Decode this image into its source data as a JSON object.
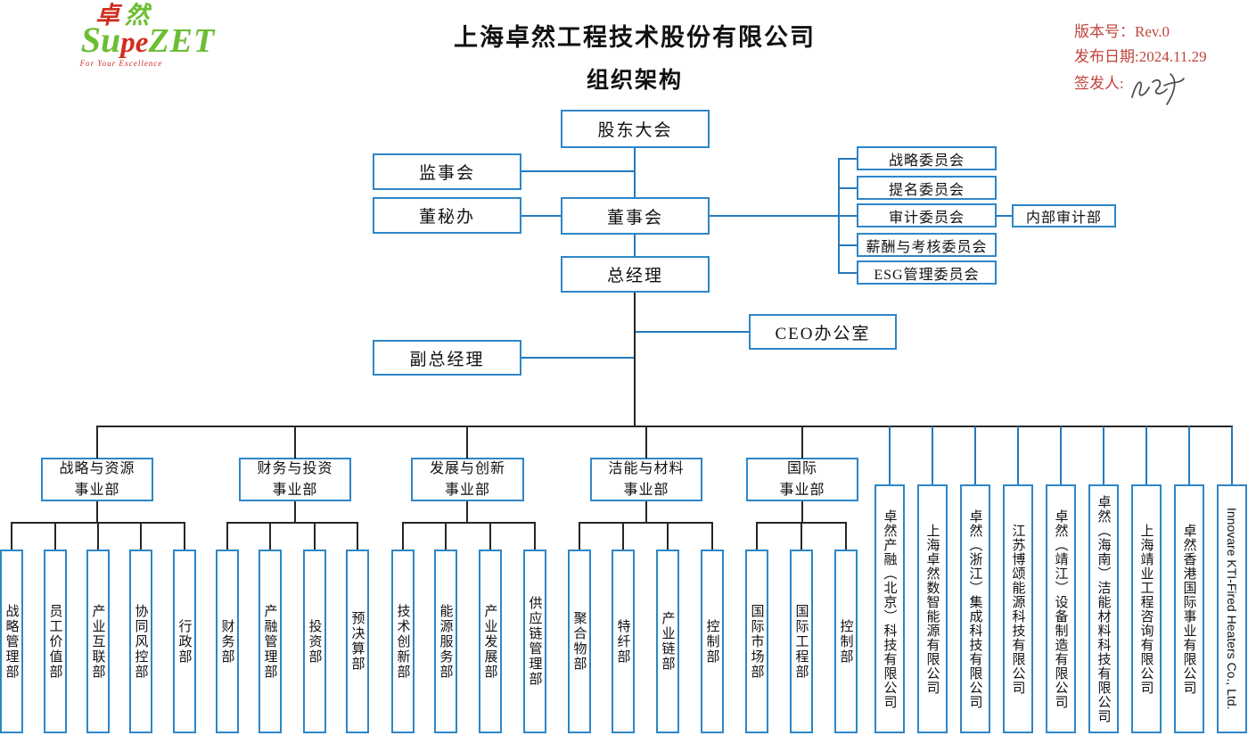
{
  "header": {
    "logo": {
      "cjk_red": "卓",
      "cjk_green": "然",
      "latin_green_start": "Su",
      "latin_red": "pe",
      "latin_green_end": "ZET",
      "tagline": "For Your Excellence"
    },
    "title_line1": "上海卓然工程技术股份有限公司",
    "title_line2": "组织架构",
    "meta": {
      "version": "版本号：Rev.0",
      "release_date": "发布日期:2024.11.29",
      "issuer": "签发人:"
    }
  },
  "colors": {
    "box_border_blue": "#2e86c8",
    "line_blue": "#2579be",
    "line_black": "#262626",
    "meta_red": "#c0443c",
    "logo_green": "#6cbe34",
    "logo_red": "#d02c20"
  },
  "chart": {
    "top": {
      "shareholders": "股东大会",
      "supervisory": "监事会",
      "board_office": "董秘办",
      "board": "董事会",
      "general_manager": "总经理",
      "ceo_office": "CEO办公室",
      "deputy_gm": "副总经理"
    },
    "committees": [
      "战略委员会",
      "提名委员会",
      "审计委员会",
      "薪酬与考核委员会",
      "ESG管理委员会"
    ],
    "internal_audit": "内部审计部",
    "divisions": [
      {
        "label": "战略与资源\n事业部",
        "departments": [
          "战略管理部",
          "员工价值部",
          "产业互联部",
          "协同风控部",
          "行政部"
        ]
      },
      {
        "label": "财务与投资\n事业部",
        "departments": [
          "财务部",
          "产融管理部",
          "投资部",
          "预决算部"
        ]
      },
      {
        "label": "发展与创新\n事业部",
        "departments": [
          "技术创新部",
          "能源服务部",
          "产业发展部",
          "供应链管理部"
        ]
      },
      {
        "label": "洁能与材料\n事业部",
        "departments": [
          "聚合物部",
          "特纤部",
          "产业链部",
          "控制部"
        ]
      },
      {
        "label": "国际\n事业部",
        "departments": [
          "国际市场部",
          "国际工程部",
          "控制部"
        ]
      }
    ],
    "subsidiaries": [
      "卓然产融（北京）科技有限公司",
      "上海卓然数智能源有限公司",
      "卓然（浙江）集成科技有限公司",
      "江苏博颂能源科技有限公司",
      "卓然（靖江）设备制造有限公司",
      "卓然（海南）洁能材料科技有限公司",
      "上海靖业工程咨询有限公司",
      "卓然香港国际事业有限公司",
      "Innovare KTI-Fired Heaters Co., Ltd."
    ]
  }
}
